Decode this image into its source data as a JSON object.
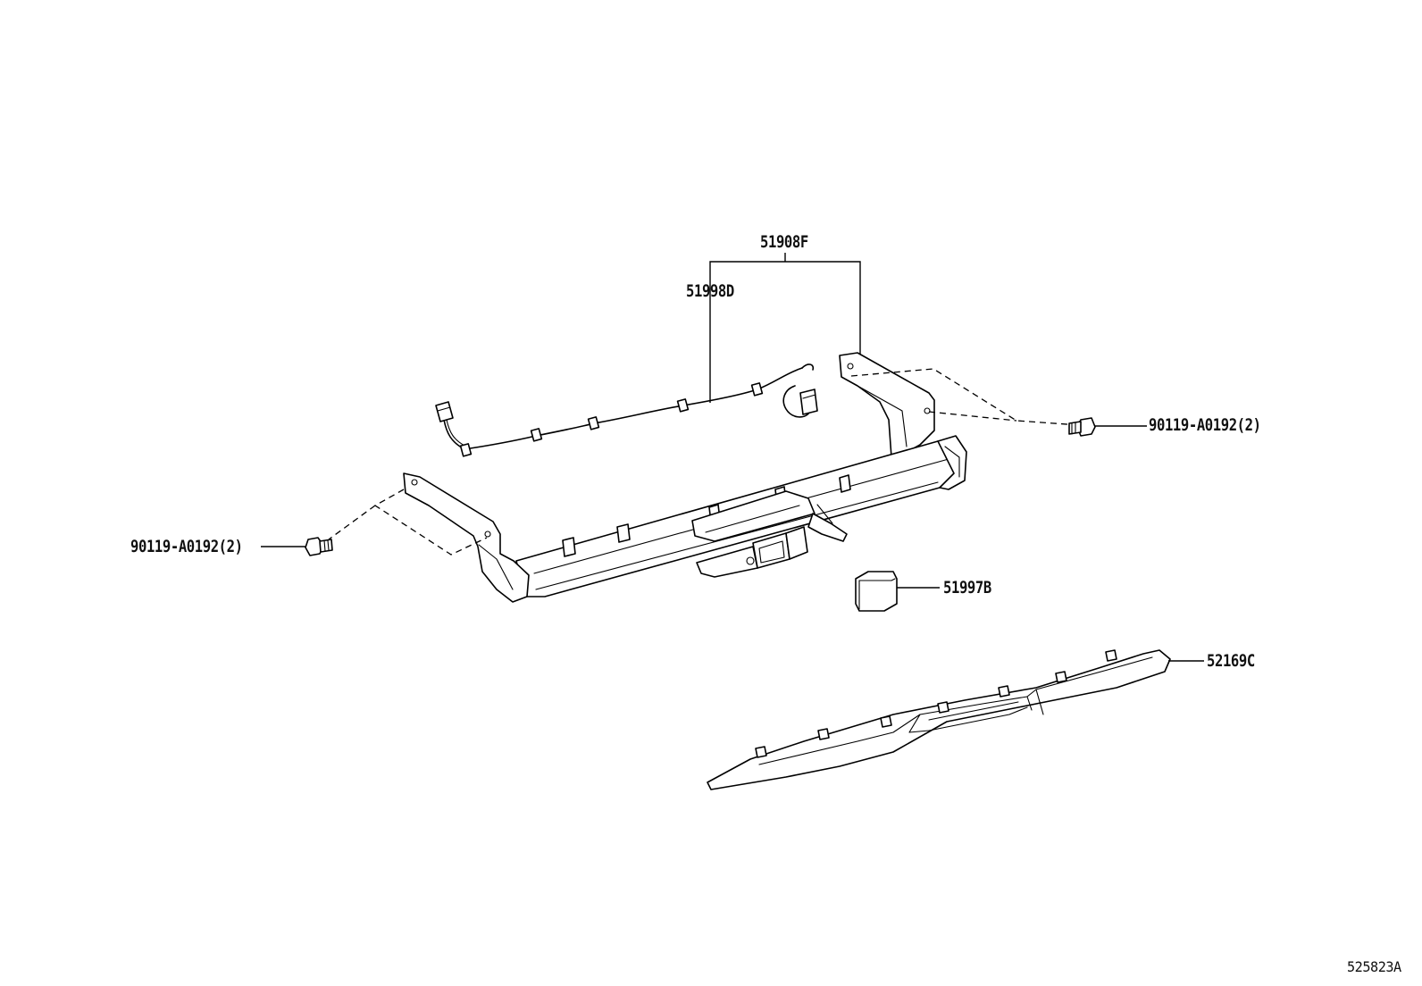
{
  "diagram": {
    "parts": {
      "hitch_assembly": "51908F",
      "wire_harness": "51998D",
      "bolt_right": "90119-A0192(2)",
      "bolt_left": "90119-A0192(2)",
      "hitch_cover": "51997B",
      "bumper_cover": "52169C"
    },
    "illustration_id": "525823A"
  }
}
